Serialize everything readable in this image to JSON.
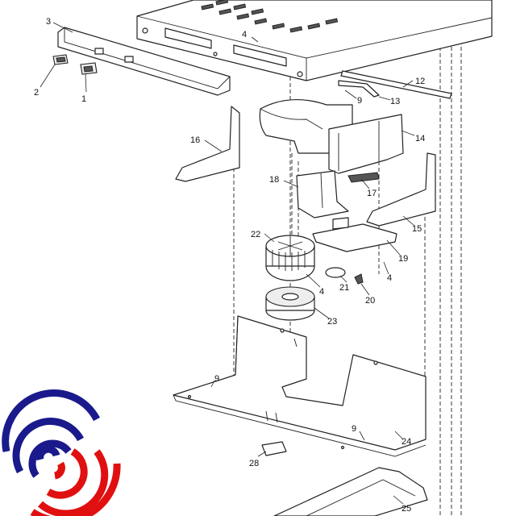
{
  "diagram": {
    "callouts": [
      "3",
      "2",
      "1",
      "4",
      "12",
      "9",
      "13",
      "14",
      "16",
      "18",
      "17",
      "15",
      "19",
      "22",
      "4",
      "21",
      "4",
      "20",
      "23",
      "9",
      "9",
      "24",
      "28",
      "25"
    ]
  },
  "logo": {
    "colors": {
      "blue": "#1a1a8c",
      "red": "#e01010"
    }
  }
}
